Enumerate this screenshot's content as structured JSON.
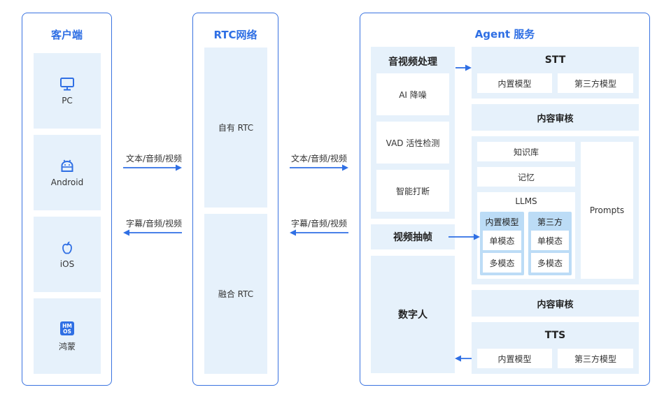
{
  "client": {
    "title": "客户端",
    "items": [
      {
        "label": "PC",
        "icon": "monitor-icon"
      },
      {
        "label": "Android",
        "icon": "android-icon"
      },
      {
        "label": "iOS",
        "icon": "apple-icon"
      },
      {
        "label": "鸿蒙",
        "icon": "harmonyos-icon"
      }
    ]
  },
  "rtc": {
    "title": "RTC网络",
    "items": [
      {
        "label": "自有 RTC"
      },
      {
        "label": "融合 RTC"
      }
    ]
  },
  "links": {
    "client_to_rtc": "文本/音频/视频",
    "rtc_to_client": "字幕/音频/视频",
    "rtc_to_agent": "文本/音频/视频",
    "agent_to_rtc": "字幕/音频/视频"
  },
  "agent": {
    "title": "Agent 服务",
    "av": {
      "title": "音视频处理",
      "items": [
        "AI 降噪",
        "VAD 活性检测",
        "智能打断"
      ]
    },
    "video_frame": "视频抽帧",
    "digital_human": "数字人",
    "stt": {
      "title": "STT",
      "builtin": "内置模型",
      "third": "第三方模型"
    },
    "moderation_top": "内容审核",
    "knowledge": "知识库",
    "memory": "记忆",
    "llms": {
      "title": "LLMS",
      "builtin": {
        "title": "内置模型",
        "single": "单模态",
        "multi": "多模态"
      },
      "third": {
        "title": "第三方",
        "single": "单模态",
        "multi": "多模态"
      }
    },
    "prompts": "Prompts",
    "moderation_bottom": "内容审核",
    "tts": {
      "title": "TTS",
      "builtin": "内置模型",
      "third": "第三方模型"
    }
  },
  "colors": {
    "accent": "#2f6fe4",
    "box": "#e6f1fb",
    "llm_inner": "#bcdcf6"
  }
}
